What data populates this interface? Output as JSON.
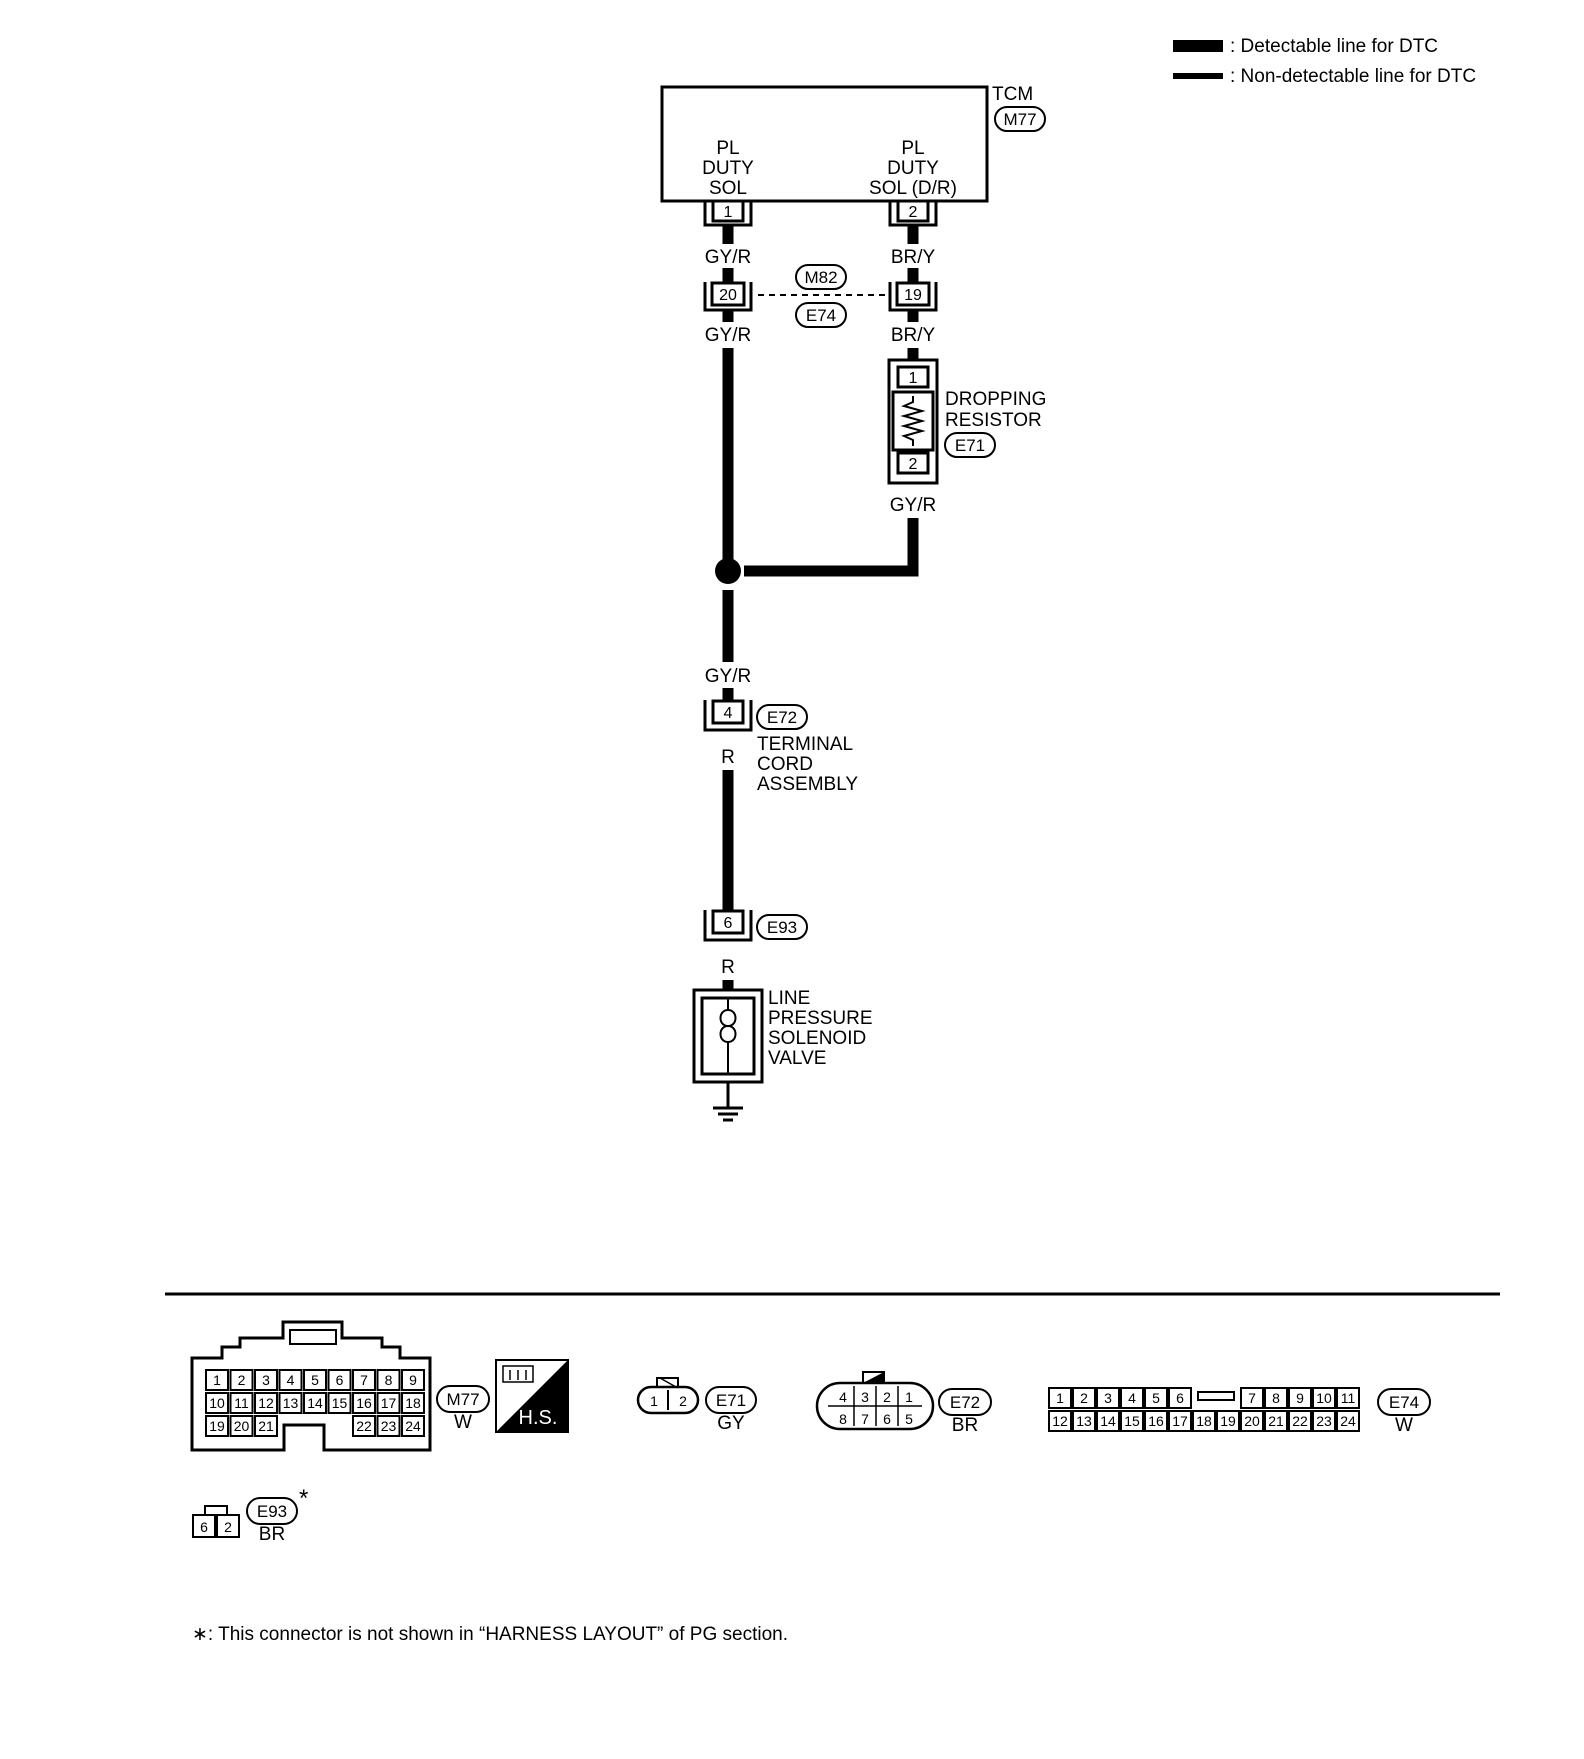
{
  "legend": {
    "detectable": ": Detectable line for DTC",
    "non_detectable": ": Non-detectable line for DTC"
  },
  "tcm": {
    "title": "TCM",
    "connector": "M77",
    "pin1_label": [
      "PL",
      "DUTY",
      "SOL"
    ],
    "pin2_label": [
      "PL",
      "DUTY",
      "SOL (D/R)"
    ],
    "pin1": "1",
    "pin2": "2"
  },
  "wires": {
    "gyr": "GY/R",
    "bry": "BR/Y",
    "r": "R"
  },
  "joint": {
    "pin_left": "20",
    "pin_right": "19",
    "conn_top": "M82",
    "conn_bottom": "E74"
  },
  "resistor": {
    "label": [
      "DROPPING",
      "RESISTOR"
    ],
    "connector": "E71",
    "pin1": "1",
    "pin2": "2"
  },
  "terminal_cord": {
    "pin": "4",
    "connector": "E72",
    "label": [
      "TERMINAL",
      "CORD",
      "ASSEMBLY"
    ]
  },
  "e93": {
    "pin": "6",
    "connector": "E93"
  },
  "solenoid": {
    "label": [
      "LINE",
      "PRESSURE",
      "SOLENOID",
      "VALVE"
    ]
  },
  "connector_views": {
    "m77": {
      "id": "M77",
      "color": "W",
      "row1": [
        "1",
        "2",
        "3",
        "4",
        "5",
        "6",
        "7",
        "8",
        "9"
      ],
      "row2": [
        "10",
        "11",
        "12",
        "13",
        "14",
        "15",
        "16",
        "17",
        "18"
      ],
      "row3a": [
        "19",
        "20",
        "21"
      ],
      "row3b": [
        "22",
        "23",
        "24"
      ]
    },
    "hs": "H.S.",
    "e71": {
      "id": "E71",
      "color": "GY",
      "pins": [
        "1",
        "2"
      ]
    },
    "e72": {
      "id": "E72",
      "color": "BR",
      "row1": [
        "4",
        "3",
        "2",
        "1"
      ],
      "row2": [
        "8",
        "7",
        "6",
        "5"
      ]
    },
    "e74": {
      "id": "E74",
      "color": "W",
      "row1a": [
        "1",
        "2",
        "3",
        "4",
        "5",
        "6"
      ],
      "row1b": [
        "7",
        "8",
        "9",
        "10",
        "11"
      ],
      "row2": [
        "12",
        "13",
        "14",
        "15",
        "16",
        "17",
        "18",
        "19",
        "20",
        "21",
        "22",
        "23",
        "24"
      ]
    },
    "e93": {
      "id": "E93",
      "color": "BR",
      "pins": [
        "6",
        "2"
      ],
      "mark": "*"
    }
  },
  "footnote": "∗: This connector is not shown in “HARNESS LAYOUT” of PG section."
}
